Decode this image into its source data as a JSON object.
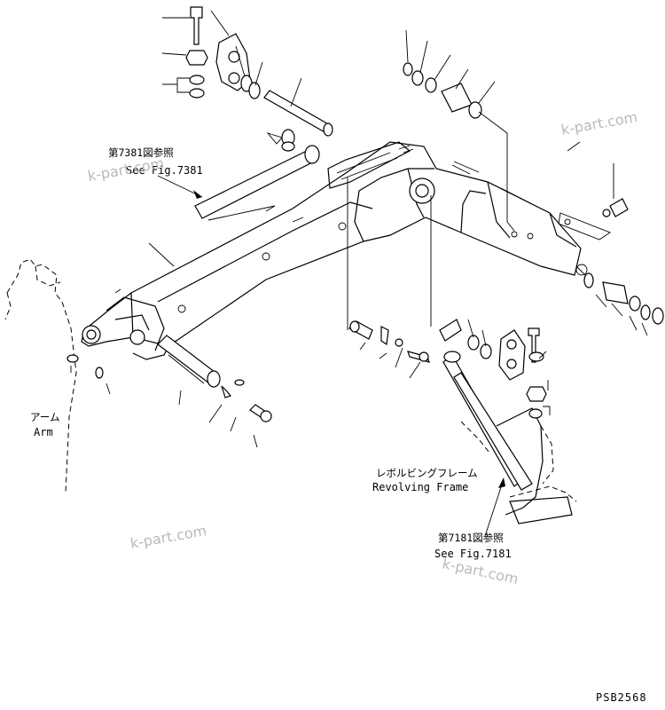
{
  "diagram": {
    "labels": {
      "see_fig_7381_jp": "第7381図参照",
      "see_fig_7381_en": "See Fig.7381",
      "arm_jp": "アーム",
      "arm_en": "Arm",
      "revolving_frame_jp": "レボルビングフレーム",
      "revolving_frame_en": "Revolving Frame",
      "see_fig_7181_jp": "第7181図参照",
      "see_fig_7181_en": "See Fig.7181"
    },
    "drawing_code": "PSB2568",
    "watermarks": [
      "k-part.com",
      "k-part.com",
      "k-part.com",
      "k-part.com"
    ]
  }
}
